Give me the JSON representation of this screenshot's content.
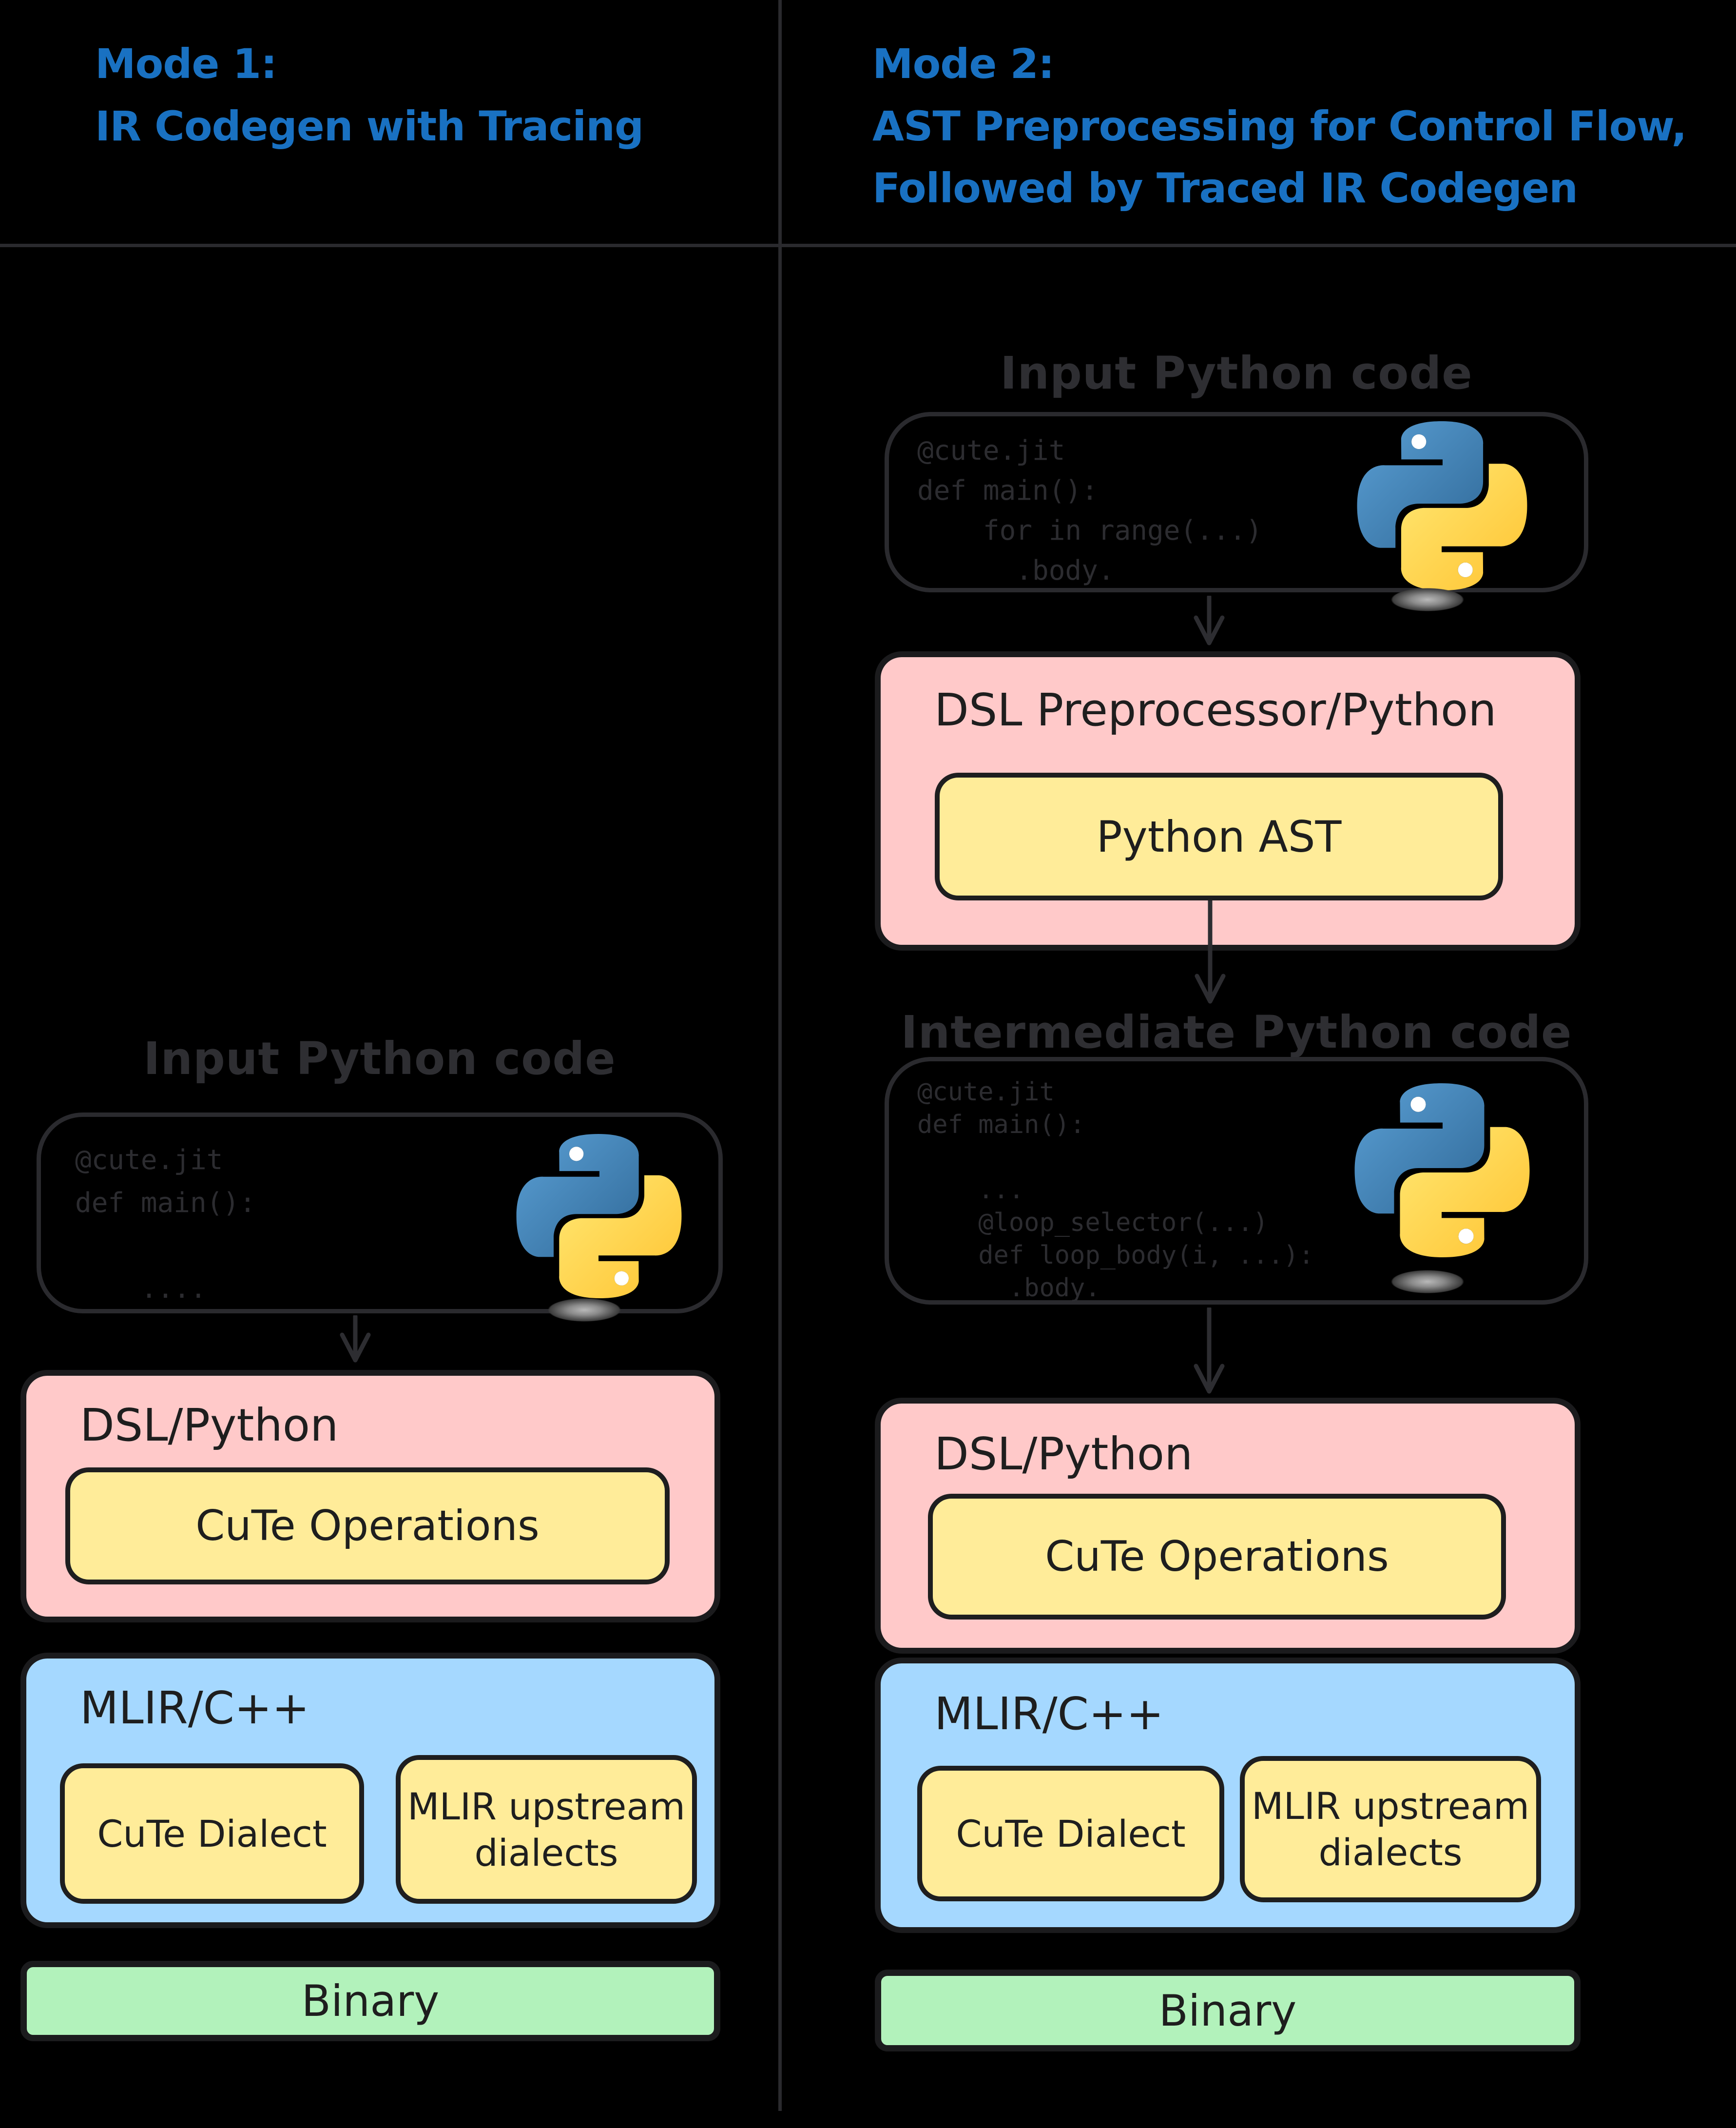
{
  "colors": {
    "background": "#000000",
    "heading_blue": "#1971c2",
    "ghost_gray": "#2e2e32",
    "stroke_dark": "#1e1e1e",
    "box_pink": "#ffc9c9",
    "box_yellow": "#ffec99",
    "box_blue": "#a5d8ff",
    "box_green": "#b2f2bb",
    "python_logo_blue": "#306998",
    "python_logo_yellow": "#ffd43b"
  },
  "headers": {
    "mode1": {
      "lines": [
        "Mode 1:",
        "IR Codegen with Tracing"
      ]
    },
    "mode2": {
      "lines": [
        "Mode 2:",
        "AST Preprocessing for Control Flow,",
        "Followed by Traced IR Codegen"
      ]
    }
  },
  "left": {
    "input_title": "Input Python code",
    "input_code": "@cute.jit\ndef main():\n\n    ....",
    "dsl_box_label": "DSL/Python",
    "cute_operations_label": "CuTe Operations",
    "mlir_box_label": "MLIR/C++",
    "cute_dialect_label": "CuTe Dialect",
    "mlir_upstream_label": "MLIR upstream\ndialects",
    "binary_label": "Binary"
  },
  "right": {
    "input_title": "Input Python code",
    "input_code": "@cute.jit\ndef main():\n    for in range(...)\n      .body.",
    "preprocessor_label": "DSL Preprocessor/Python",
    "python_ast_label": "Python AST",
    "intermediate_title": "Intermediate Python code",
    "intermediate_code": "@cute.jit\ndef main():\n\n    ...\n    @loop_selector(...)\n    def loop_body(i, ...):\n      .body.",
    "dsl_box_label": "DSL/Python",
    "cute_operations_label": "CuTe Operations",
    "mlir_box_label": "MLIR/C++",
    "cute_dialect_label": "CuTe Dialect",
    "mlir_upstream_label": "MLIR upstream\ndialects",
    "binary_label": "Binary"
  },
  "icons": {
    "python_logo": "python-logo-icon",
    "arrow_down": "arrow-down-icon",
    "logo_shadow": "shadow-ellipse"
  }
}
